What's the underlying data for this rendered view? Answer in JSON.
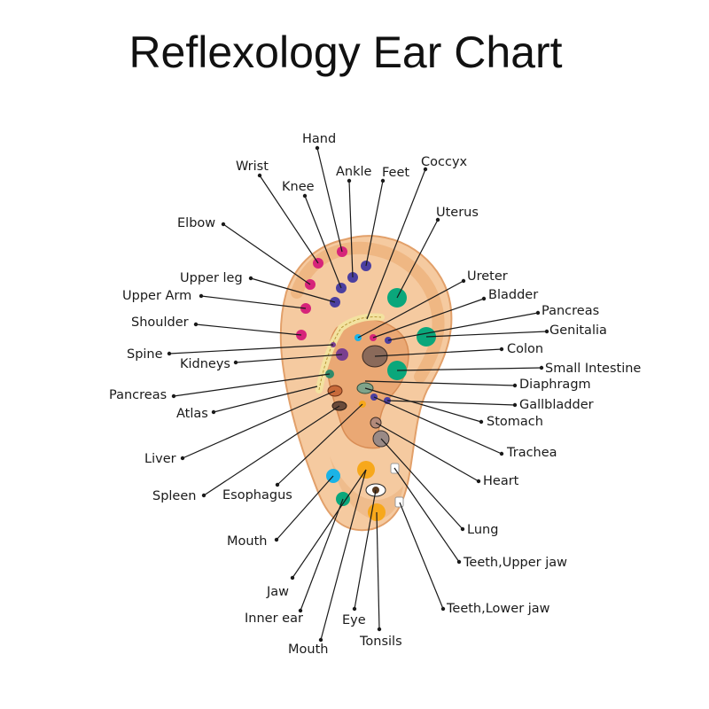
{
  "title": "Reflexology Ear Chart",
  "colors": {
    "pink": "#d6247a",
    "indigo": "#4b3fa0",
    "green": "#0aa77b",
    "purple": "#7a3f8f",
    "orange": "#f7a81b",
    "cyan": "#1bb3e6",
    "ear_skin": "#f5caa0",
    "ear_shadow": "#e6a86e"
  },
  "labels": {
    "hand": "Hand",
    "wrist": "Wrist",
    "knee": "Knee",
    "ankle": "Ankle",
    "feet": "Feet",
    "coccyx": "Coccyx",
    "uterus": "Uterus",
    "elbow": "Elbow",
    "upper_leg": "Upper leg",
    "upper_arm": "Upper Arm",
    "shoulder": "Shoulder",
    "spine": "Spine",
    "kidneys": "Kidneys",
    "pancreas_left": "Pancreas",
    "atlas": "Atlas",
    "liver": "Liver",
    "spleen": "Spleen",
    "esophagus": "Esophagus",
    "mouth_upper": "Mouth",
    "jaw": "Jaw",
    "inner_ear": "Inner ear",
    "mouth_lower": "Mouth",
    "eye": "Eye",
    "tonsils": "Tonsils",
    "ureter": "Ureter",
    "bladder": "Bladder",
    "pancreas_right": "Pancreas",
    "genitalia": "Genitalia",
    "colon": "Colon",
    "small_intestine": "Small Intestine",
    "diaphragm": "Diaphragm",
    "gallbladder": "Gallbladder",
    "stomach": "Stomach",
    "trachea": "Trachea",
    "heart": "Heart",
    "lung": "Lung",
    "teeth_upper_jaw": "Teeth,Upper jaw",
    "teeth_lower_jaw": "Teeth,Lower jaw"
  }
}
